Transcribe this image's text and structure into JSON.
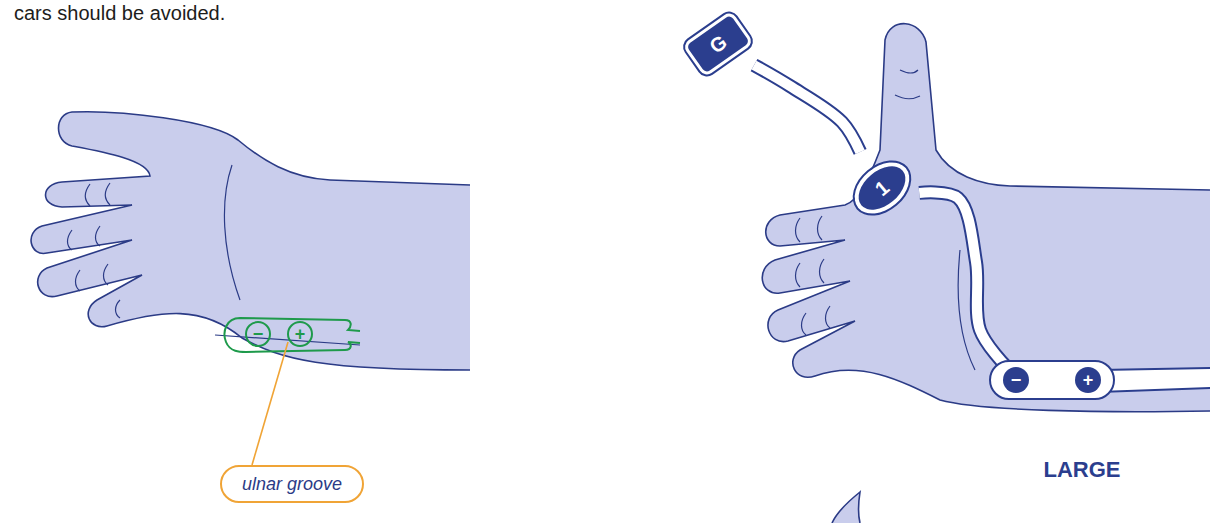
{
  "diagram": {
    "nodes": [
      {
        "text": [
          "−"
        ]
      },
      {
        "text": [
          "+"
        ]
      },
      {
        "text": [
          "ulnar groove"
        ]
      },
      {
        "text": [
          "G"
        ]
      },
      {
        "text": [
          "1"
        ]
      },
      {
        "text": [
          "−"
        ]
      },
      {
        "text": [
          "+"
        ]
      }
    ],
    "edges": [
      {
        "from": 3,
        "to": 4,
        "arrow": "none"
      },
      {
        "from": 4,
        "to": 5,
        "arrow": "none"
      }
    ],
    "labels": [
      "cars should be avoided.",
      "LARGE"
    ]
  }
}
